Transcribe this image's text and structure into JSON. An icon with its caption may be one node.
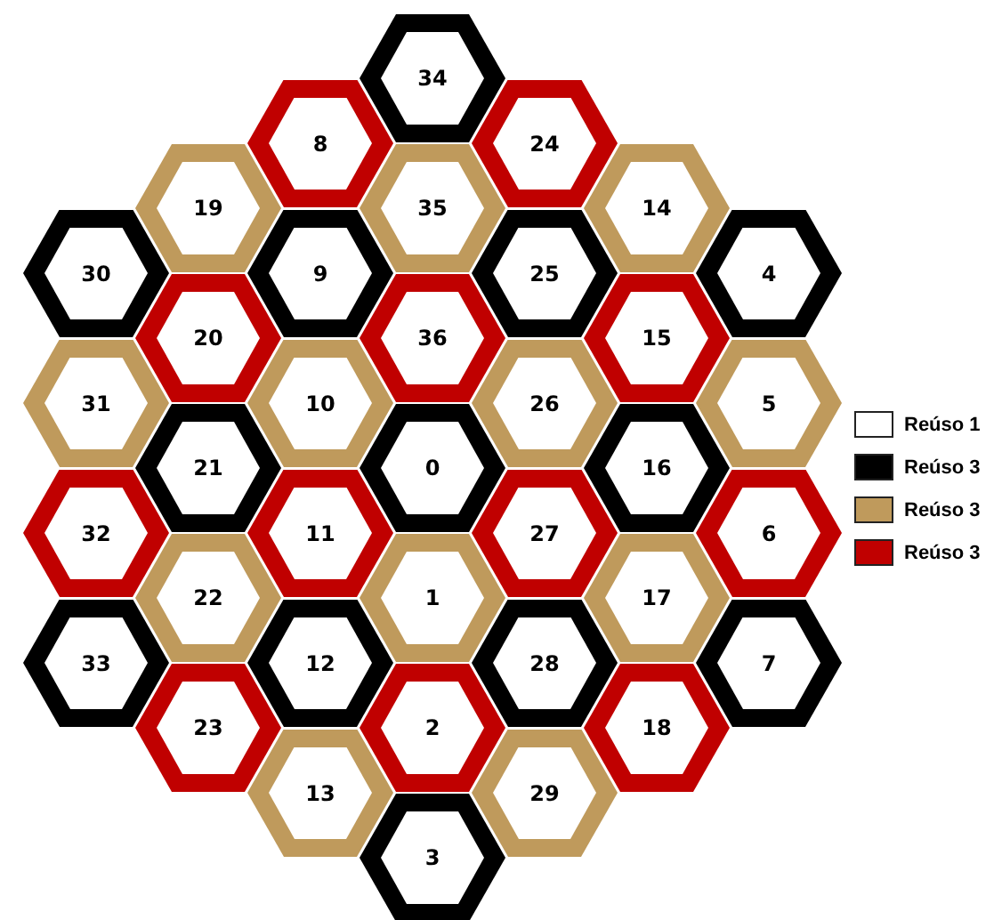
{
  "diagram": {
    "nodes": [
      {
        "text": [
          "34"
        ]
      },
      {
        "text": [
          "8"
        ]
      },
      {
        "text": [
          "24"
        ]
      },
      {
        "text": [
          "19"
        ]
      },
      {
        "text": [
          "35"
        ]
      },
      {
        "text": [
          "14"
        ]
      },
      {
        "text": [
          "30"
        ]
      },
      {
        "text": [
          "9"
        ]
      },
      {
        "text": [
          "25"
        ]
      },
      {
        "text": [
          "4"
        ]
      },
      {
        "text": [
          "20"
        ]
      },
      {
        "text": [
          "36"
        ]
      },
      {
        "text": [
          "15"
        ]
      },
      {
        "text": [
          "31"
        ]
      },
      {
        "text": [
          "10"
        ]
      },
      {
        "text": [
          "26"
        ]
      },
      {
        "text": [
          "5"
        ]
      },
      {
        "text": [
          "21"
        ]
      },
      {
        "text": [
          "0"
        ]
      },
      {
        "text": [
          "16"
        ]
      },
      {
        "text": [
          "32"
        ]
      },
      {
        "text": [
          "11"
        ]
      },
      {
        "text": [
          "27"
        ]
      },
      {
        "text": [
          "6"
        ]
      },
      {
        "text": [
          "22"
        ]
      },
      {
        "text": [
          "1"
        ]
      },
      {
        "text": [
          "17"
        ]
      },
      {
        "text": [
          "33"
        ]
      },
      {
        "text": [
          "12"
        ]
      },
      {
        "text": [
          "28"
        ]
      },
      {
        "text": [
          "7"
        ]
      },
      {
        "text": [
          "23"
        ]
      },
      {
        "text": [
          "2"
        ]
      },
      {
        "text": [
          "18"
        ]
      },
      {
        "text": [
          "13"
        ]
      },
      {
        "text": [
          "29"
        ]
      },
      {
        "text": [
          "3"
        ]
      }
    ],
    "legend": [
      {
        "text": "Reúso 1",
        "color": "#ffffff"
      },
      {
        "text": "Reúso 3",
        "color": "#000000"
      },
      {
        "text": "Reúso 3",
        "color": "#bf9a5c"
      },
      {
        "text": "Reúso 3",
        "color": "#c00000"
      }
    ]
  }
}
